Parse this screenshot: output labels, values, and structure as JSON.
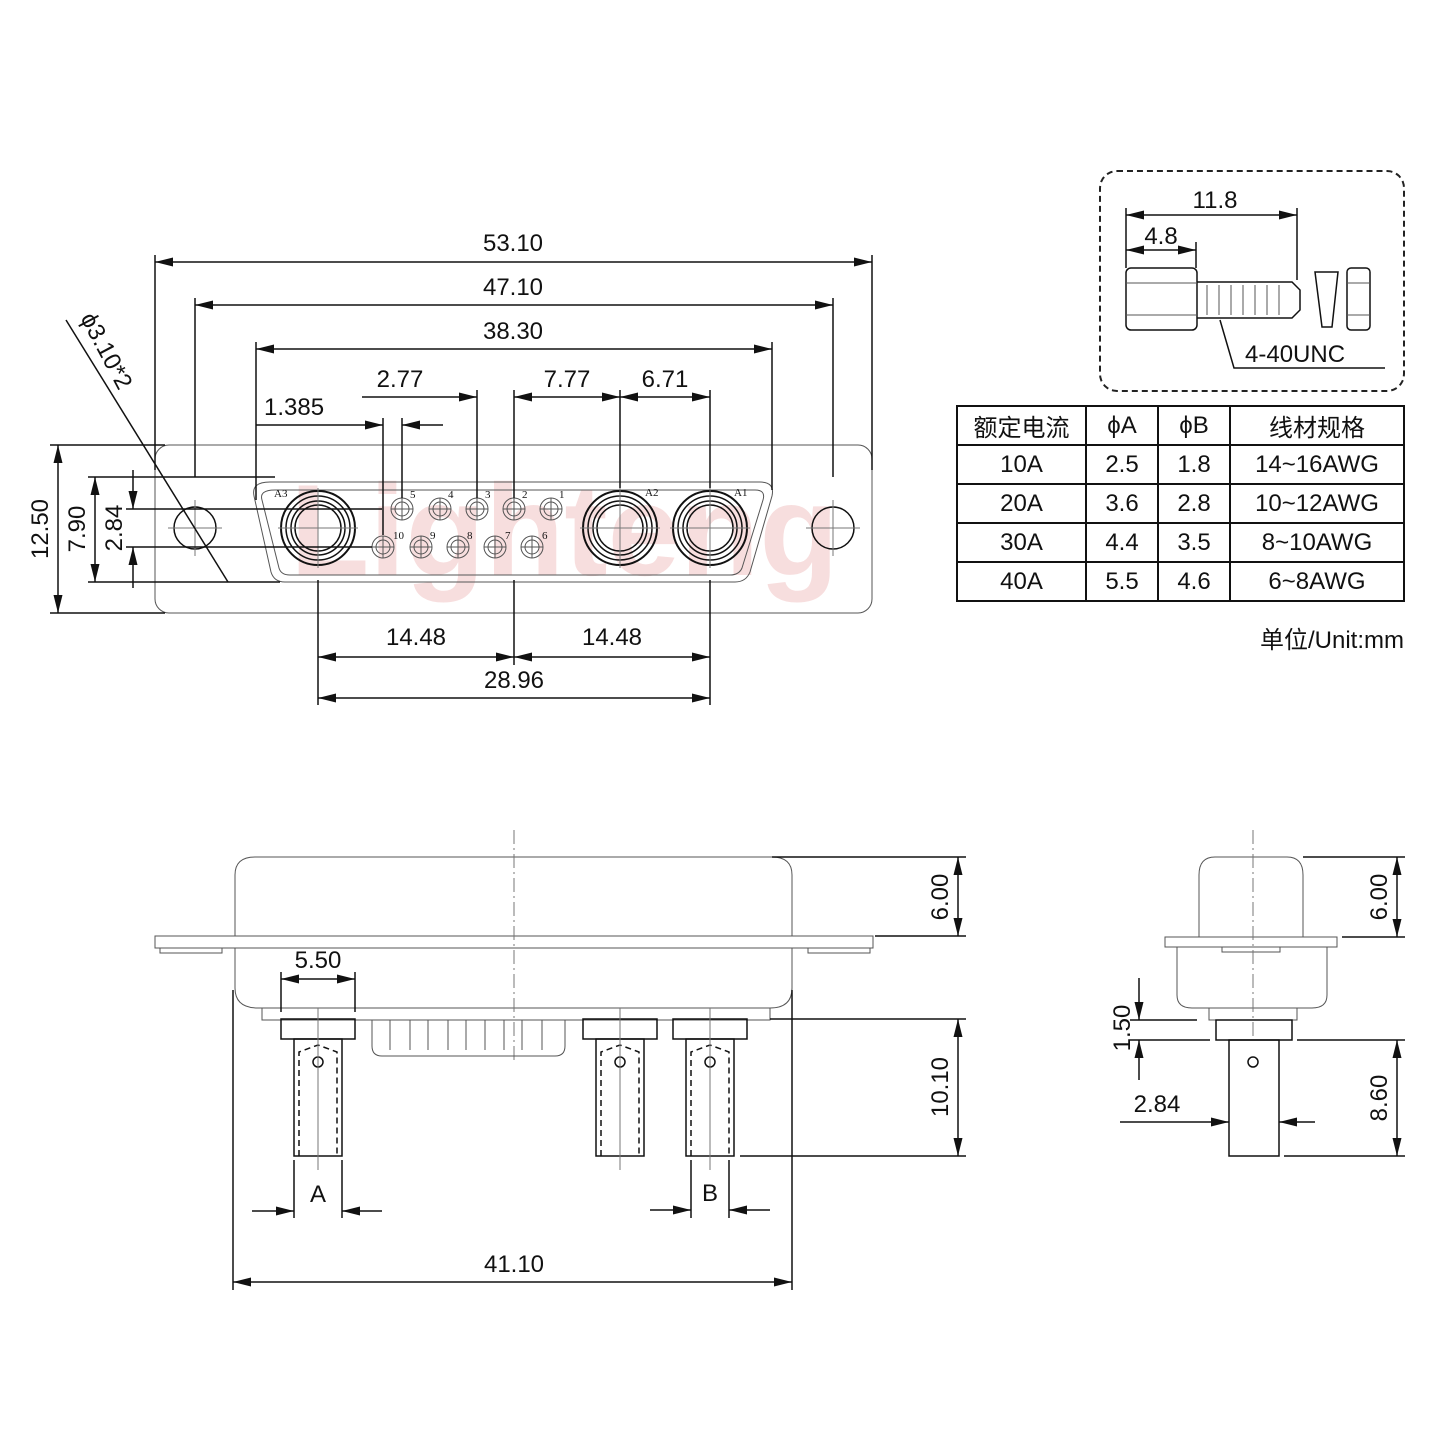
{
  "watermark": "Lighteng",
  "front_view": {
    "overall_width": "53.10",
    "mount_hole_spacing": "47.10",
    "shell_width": "38.30",
    "pin_offset": "1.385",
    "signal_pitch": "2.77",
    "signal_to_power": "7.77",
    "power_pitch": "6.71",
    "mount_hole": "ϕ3.10*2",
    "flange_height": "12.50",
    "shell_height": "7.90",
    "row_spacing": "2.84",
    "half_span_left": "14.48",
    "half_span_right": "14.48",
    "power_span": "28.96",
    "power_contacts": [
      "A1",
      "A2",
      "A3"
    ],
    "signal_pins_top": [
      "5",
      "4",
      "3",
      "2",
      "1"
    ],
    "signal_pins_bottom": [
      "10",
      "9",
      "8",
      "7",
      "6"
    ]
  },
  "side_view": {
    "body_height": "6.00",
    "contact_width": "5.50",
    "tail_length": "10.10",
    "overall_length": "41.10",
    "label_a": "A",
    "label_b": "B"
  },
  "end_view": {
    "body_height": "6.00",
    "step": "1.50",
    "tail_length": "8.60",
    "tail_width": "2.84"
  },
  "screw_detail": {
    "overall_length": "11.8",
    "head_length": "4.8",
    "thread": "4-40UNC"
  },
  "spec_table": {
    "headers": [
      "额定电流",
      "ϕA",
      "ϕB",
      "线材规格"
    ],
    "rows": [
      [
        "10A",
        "2.5",
        "1.8",
        "14~16AWG"
      ],
      [
        "20A",
        "3.6",
        "2.8",
        "10~12AWG"
      ],
      [
        "30A",
        "4.4",
        "3.5",
        "8~10AWG"
      ],
      [
        "40A",
        "5.5",
        "4.6",
        "6~8AWG"
      ]
    ],
    "unit": "单位/Unit:mm"
  }
}
